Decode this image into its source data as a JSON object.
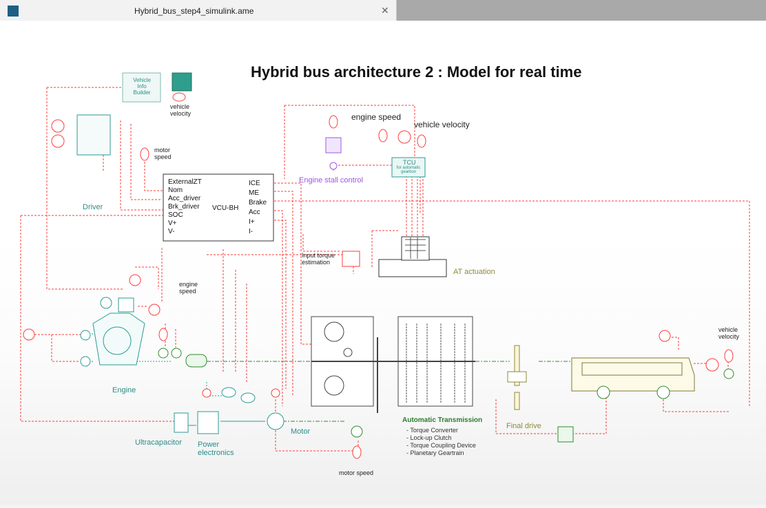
{
  "tab": {
    "title": "Hybrid_bus_step4_simulink.ame"
  },
  "nav": {
    "up_symbol": "⊙",
    "forward_symbol": ">"
  },
  "diagram": {
    "title": "Hybrid bus architecture 2 : Model for real time",
    "labels": {
      "vehicle_info": "Vehicle Info Builder",
      "vehicle_velocity_top": "vehicle velocity",
      "driver": "Driver",
      "motor_speed_small": "motor speed",
      "engine_speed": "engine speed",
      "vehicle_velocity_mid": "vehicle velocity",
      "engine_stall": "Engine stall control",
      "tcu": "TCU",
      "tcu_sub": "for automatic gearbox",
      "input_torque": "Input torque estimation",
      "at_actuation": "AT actuation",
      "engine_speed_small": "engine speed",
      "engine": "Engine",
      "ultracapacitor": "Ultracapacitor",
      "power_electronics": "Power electronics",
      "motor": "Motor",
      "motor_speed_bottom": "motor speed",
      "automatic_transmission": "Automatic Transmission",
      "final_drive": "Final drive",
      "vehicle_velocity_right": "vehicle velocity"
    },
    "at_features": [
      "- Torque Converter",
      "- Lock-up Clutch",
      "- Torque Coupling Device",
      "- Planetary Geartrain"
    ],
    "vcu": {
      "name": "VCU-BH",
      "inputs": [
        "ExternalZT",
        "Nom",
        "Acc_driver",
        "Brk_driver",
        "SOC",
        "V+",
        "V-"
      ],
      "outputs": [
        "ICE",
        "ME",
        "Brake",
        "Acc",
        "I+",
        "I-"
      ]
    }
  }
}
